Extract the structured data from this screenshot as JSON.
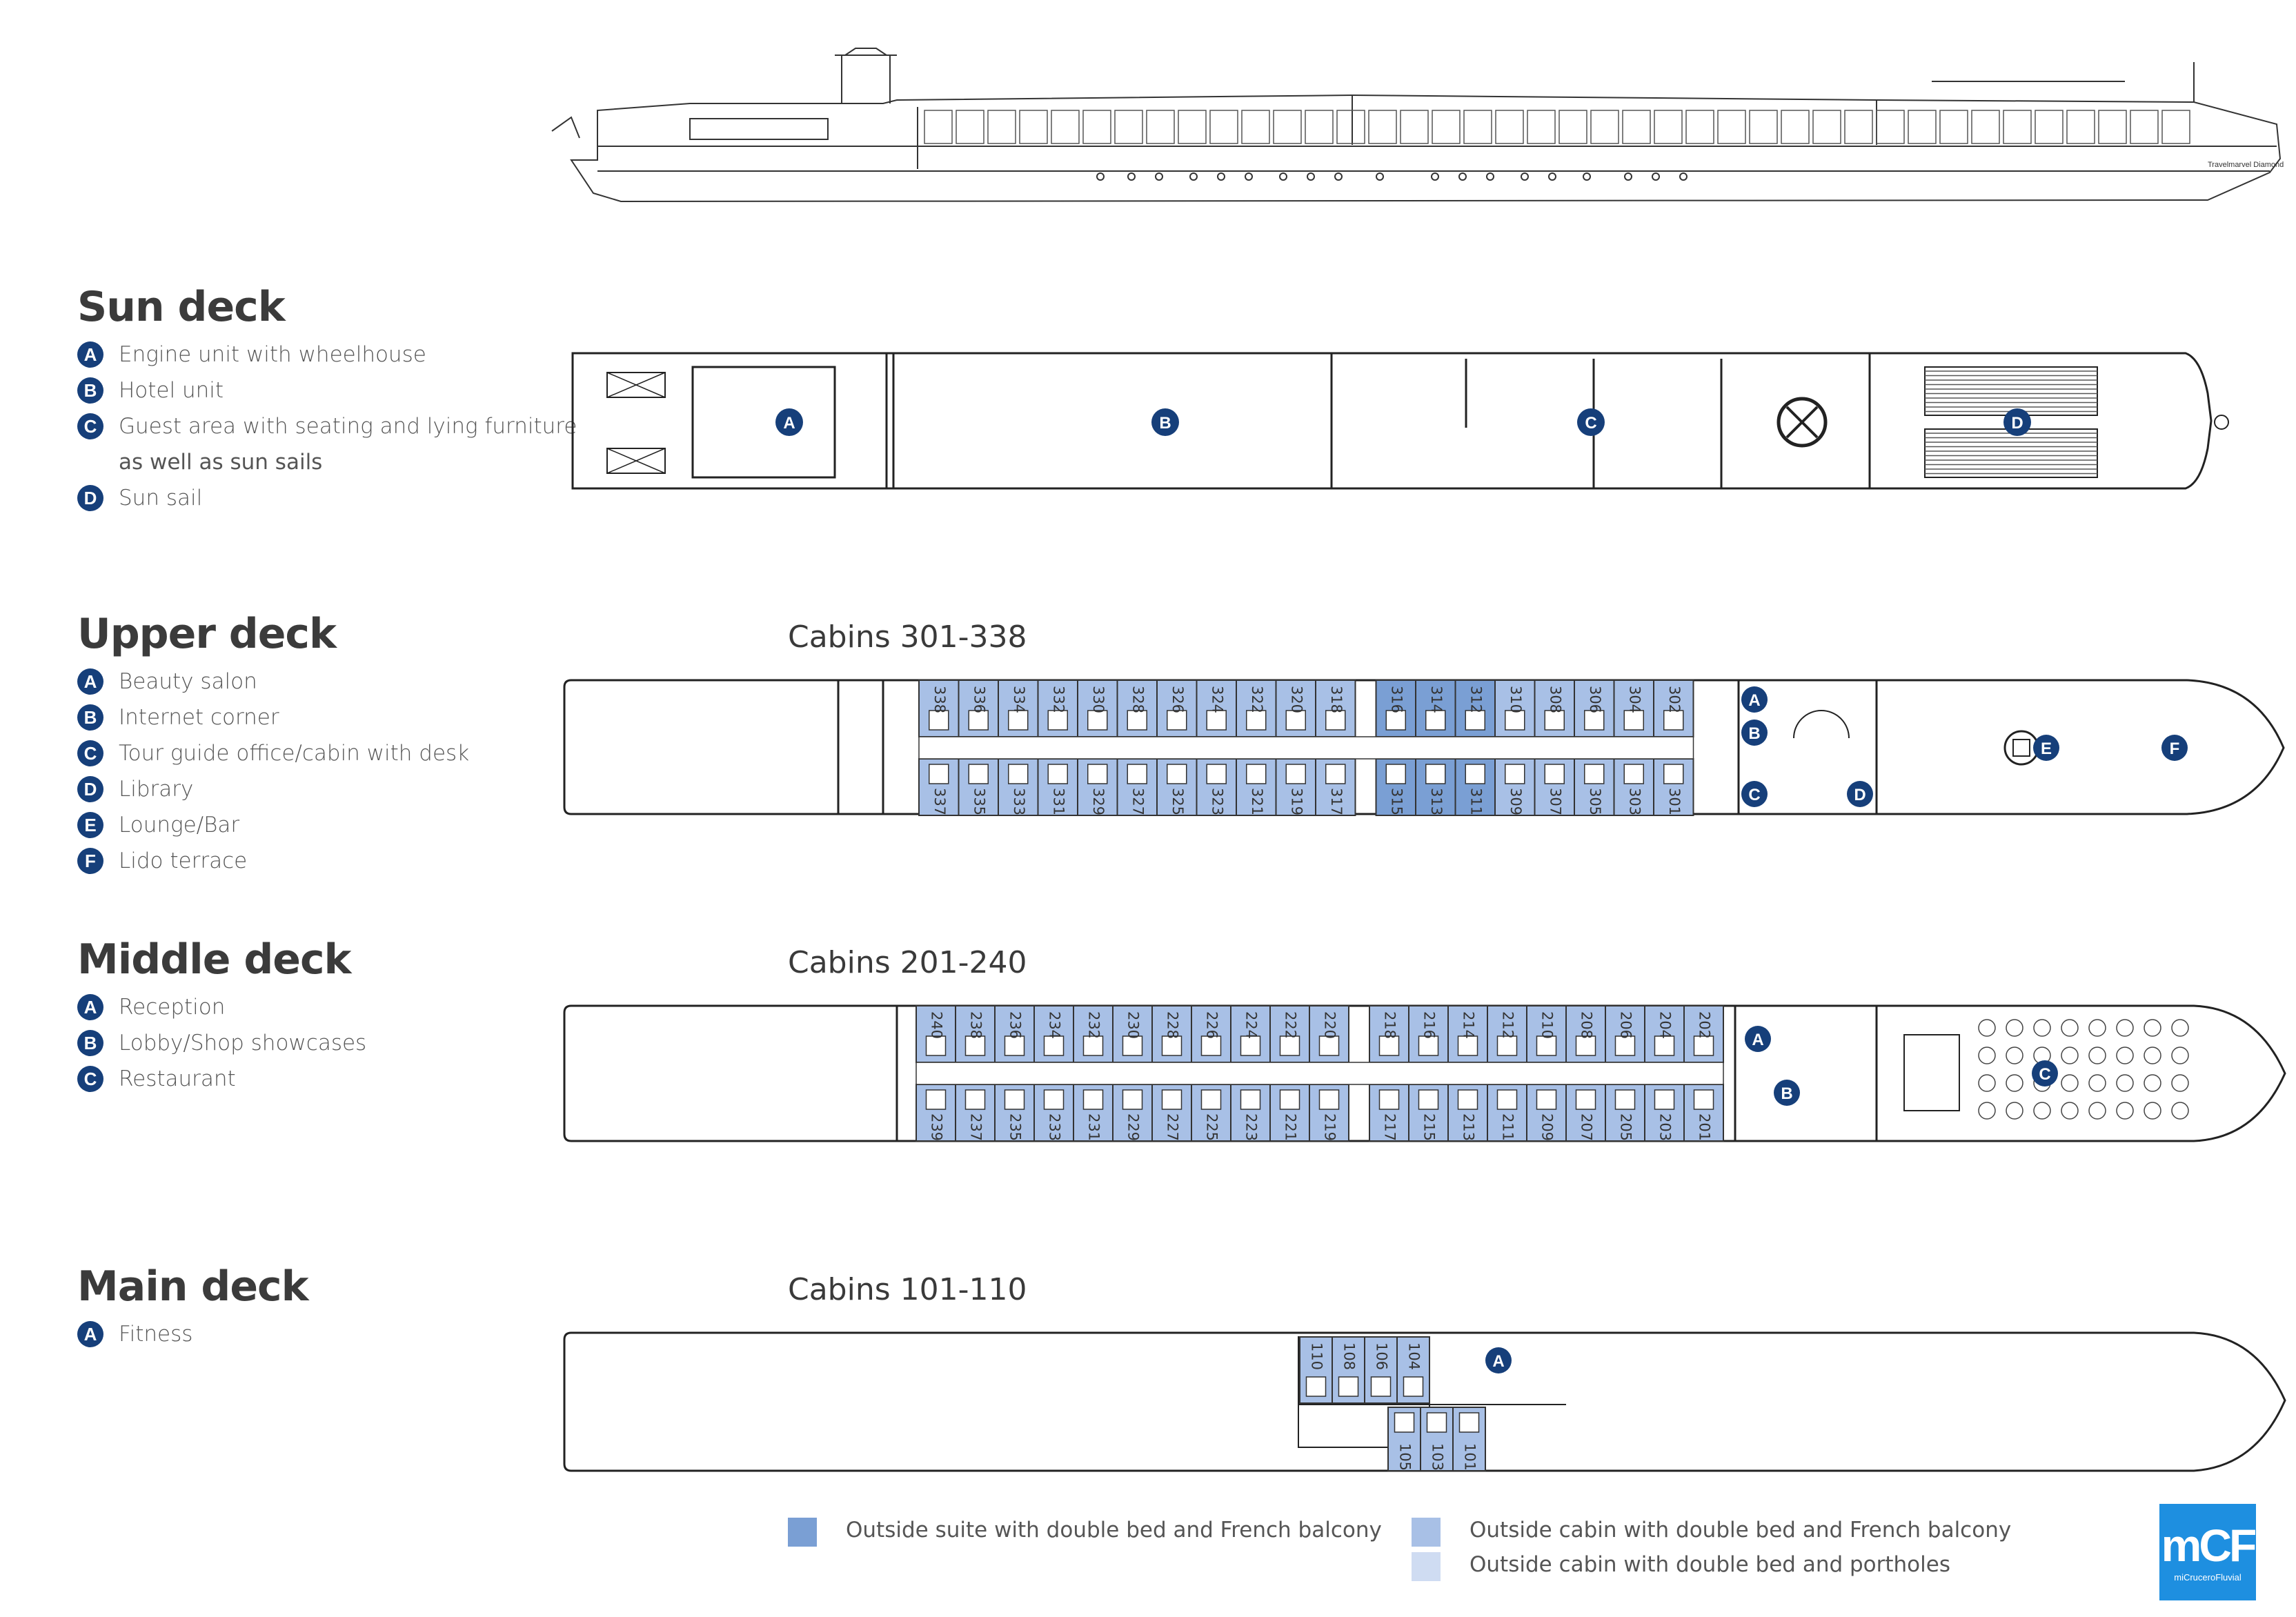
{
  "decks": {
    "sun": {
      "title": "Sun deck",
      "legend": [
        {
          "key": "A",
          "text": "Engine unit with wheelhouse"
        },
        {
          "key": "B",
          "text": "Hotel unit"
        },
        {
          "key": "C",
          "text": "Guest area with seating and lying furniture",
          "cont": "as well as sun sails"
        },
        {
          "key": "D",
          "text": "Sun sail"
        }
      ]
    },
    "upper": {
      "title": "Upper deck",
      "cabins_heading": "Cabins 301-338",
      "legend": [
        {
          "key": "A",
          "text": "Beauty salon"
        },
        {
          "key": "B",
          "text": "Internet corner"
        },
        {
          "key": "C",
          "text": "Tour guide office/cabin with desk"
        },
        {
          "key": "D",
          "text": "Library"
        },
        {
          "key": "E",
          "text": "Lounge/Bar"
        },
        {
          "key": "F",
          "text": "Lido terrace"
        }
      ],
      "top_row": [
        "338",
        "336",
        "334",
        "332",
        "330",
        "328",
        "326",
        "324",
        "322",
        "320",
        "318",
        "316",
        "314",
        "312",
        "310",
        "308",
        "306",
        "304",
        "302"
      ],
      "bottom_row": [
        "337",
        "335",
        "333",
        "331",
        "329",
        "327",
        "325",
        "323",
        "321",
        "319",
        "317",
        "315",
        "313",
        "311",
        "309",
        "307",
        "305",
        "303",
        "301"
      ],
      "suites": [
        "316",
        "314",
        "312",
        "315",
        "313",
        "311"
      ]
    },
    "middle": {
      "title": "Middle deck",
      "cabins_heading": "Cabins 201-240",
      "legend": [
        {
          "key": "A",
          "text": "Reception"
        },
        {
          "key": "B",
          "text": "Lobby/Shop showcases"
        },
        {
          "key": "C",
          "text": "Restaurant"
        }
      ],
      "top_row": [
        "240",
        "238",
        "236",
        "234",
        "232",
        "230",
        "228",
        "226",
        "224",
        "222",
        "220",
        "218",
        "216",
        "214",
        "212",
        "210",
        "208",
        "206",
        "204",
        "202"
      ],
      "bottom_row": [
        "239",
        "237",
        "235",
        "233",
        "231",
        "229",
        "227",
        "225",
        "223",
        "221",
        "219",
        "217",
        "215",
        "213",
        "211",
        "209",
        "207",
        "205",
        "203",
        "201"
      ]
    },
    "main": {
      "title": "Main deck",
      "cabins_heading": "Cabins 101-110",
      "legend": [
        {
          "key": "A",
          "text": "Fitness"
        }
      ],
      "top_row": [
        "110",
        "108",
        "106",
        "104"
      ],
      "bottom_row": [
        "105",
        "103",
        "101"
      ]
    }
  },
  "key": {
    "suite_french": "Outside suite with double bed and French balcony",
    "cabin_french": "Outside cabin with double bed and French balcony",
    "cabin_portholes": "Outside cabin with double bed and portholes"
  },
  "logo": {
    "main": "mCF",
    "sub": "miCruceroFluvial"
  },
  "ship_name": "Travelmarvel Diamond",
  "colors": {
    "badge": "#163f7a",
    "suite": "#7a9fd4",
    "cabin": "#a8c0e6",
    "porthole": "#cfdcf2",
    "outline": "#333333",
    "logo": "#1e8fe0"
  }
}
